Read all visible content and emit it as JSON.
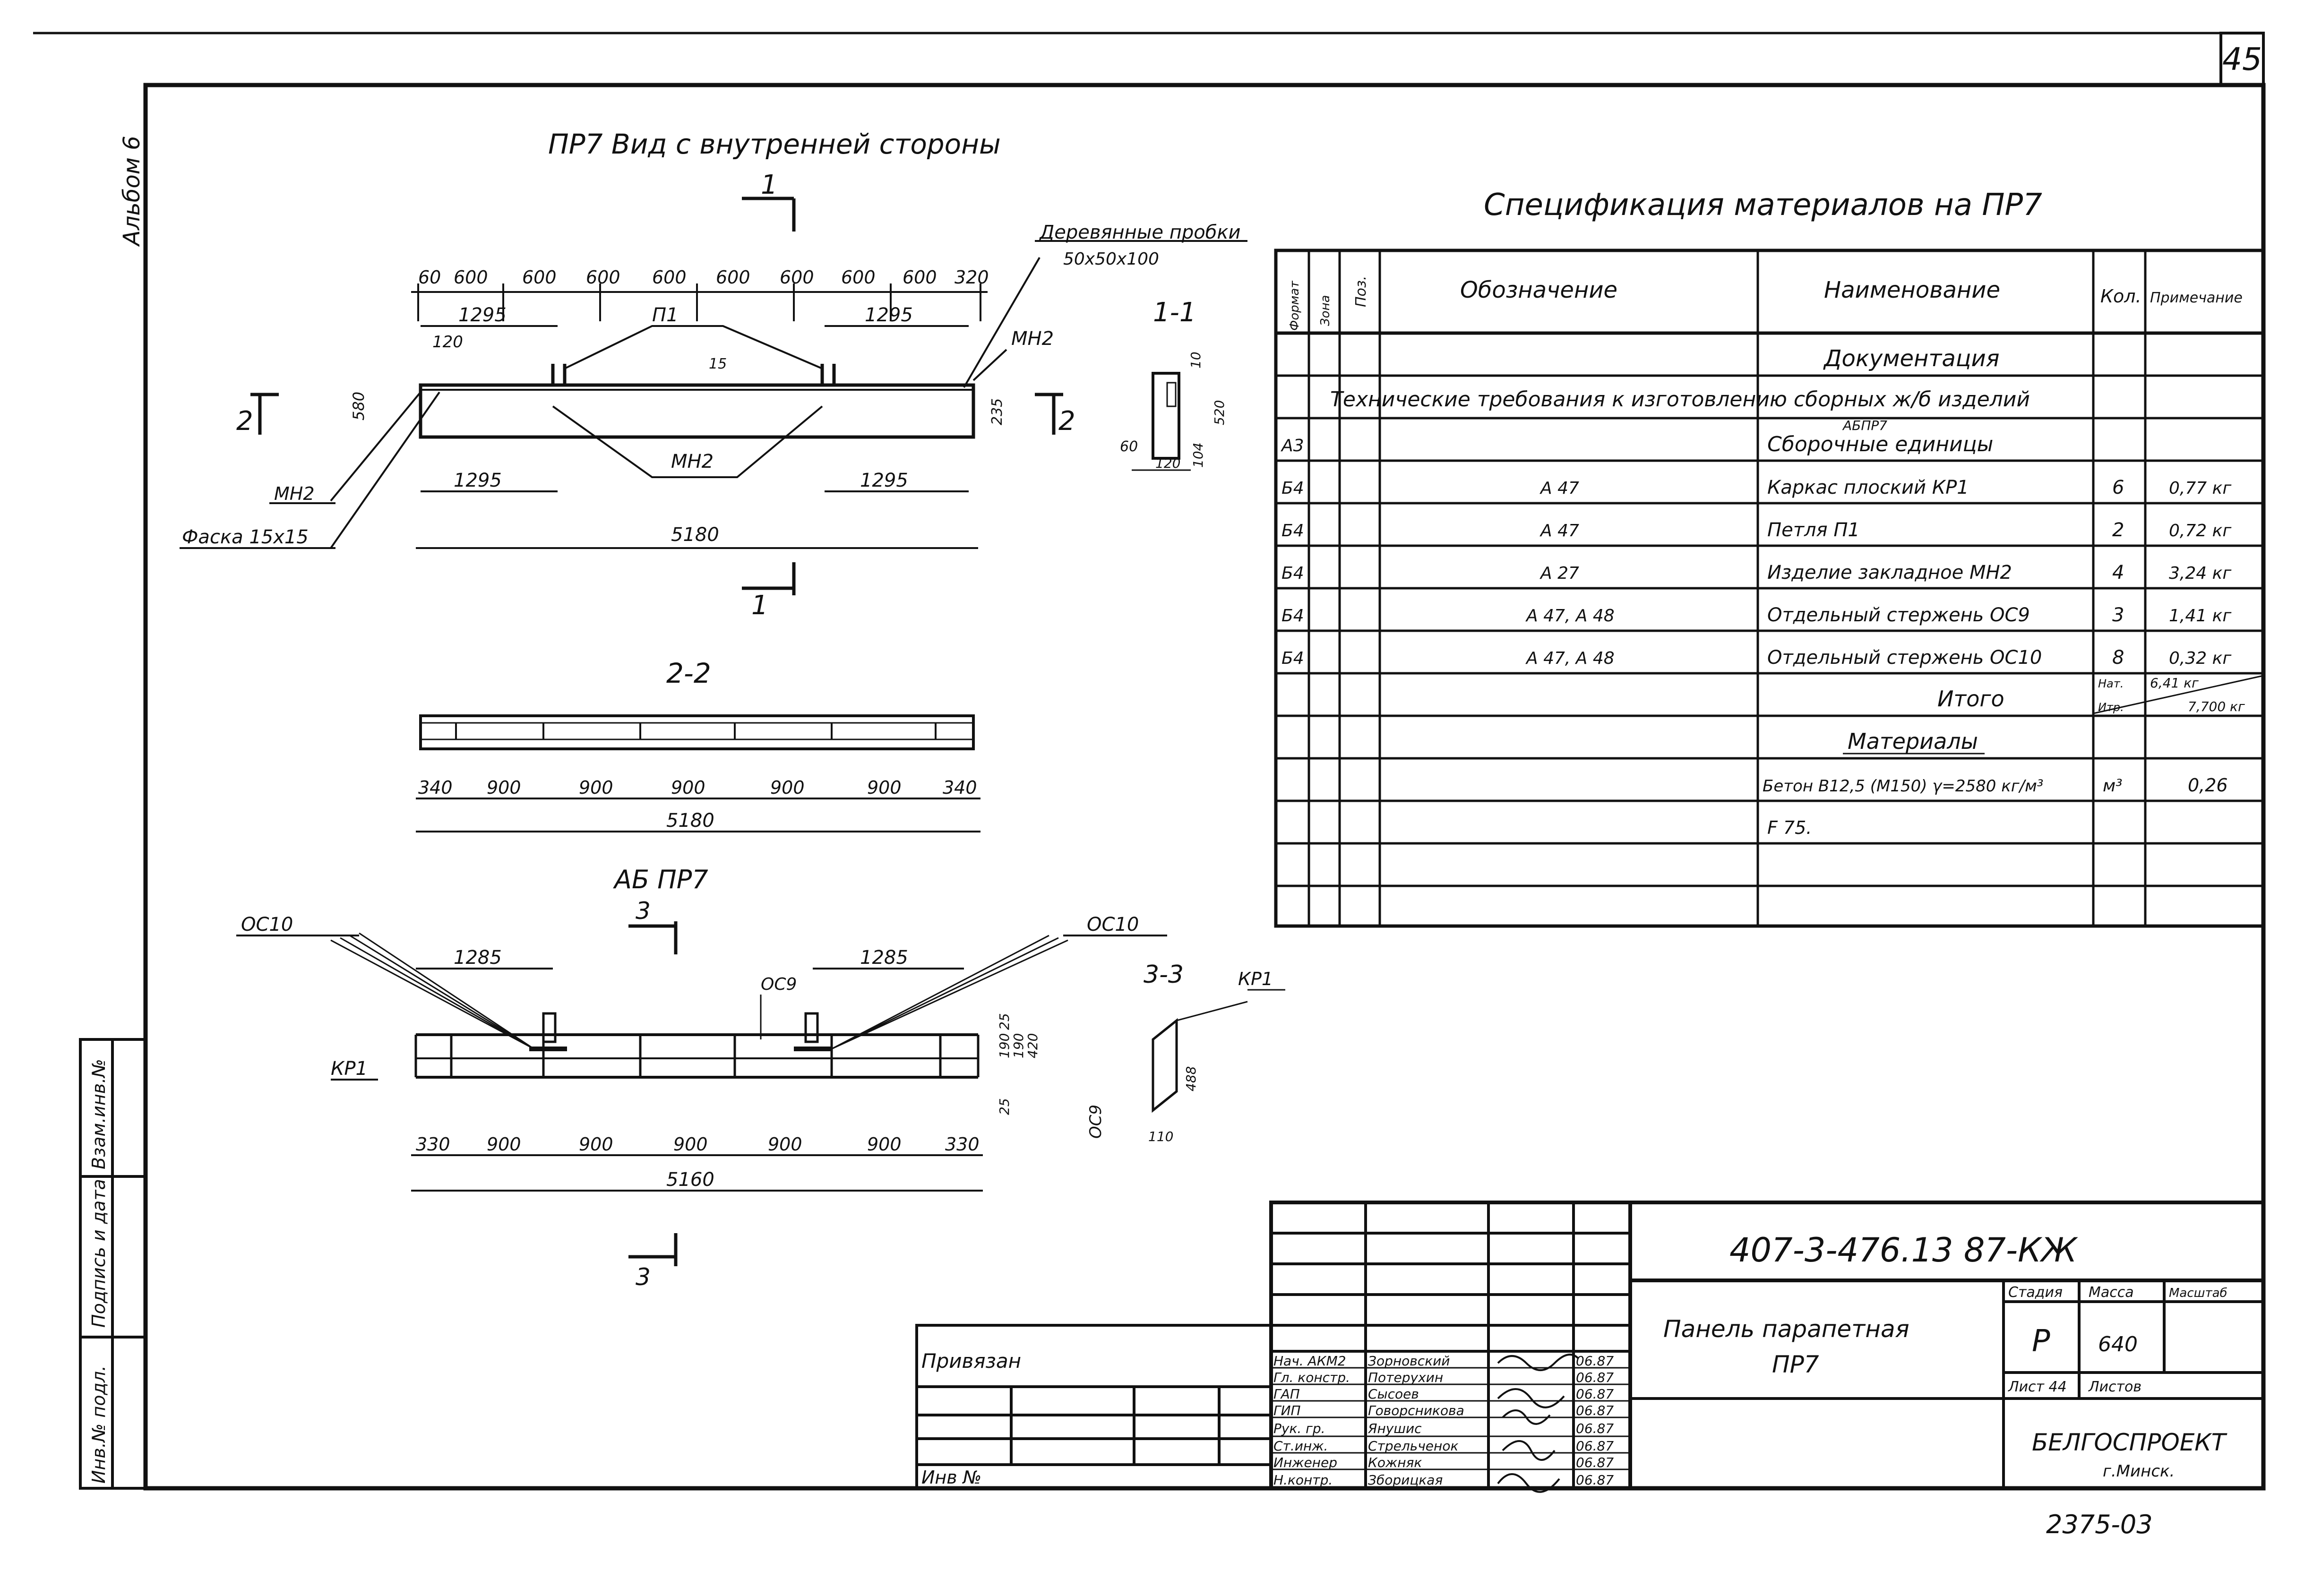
{
  "sheet": {
    "number": "45",
    "album": "Альбом 6",
    "footer_code": "2375-03",
    "left_column": [
      "Инв.№ подл.",
      "Подпись и дата",
      "Взам.инв.№"
    ]
  },
  "views": {
    "main_title": "ПР7 Вид с внутренней стороны",
    "section_1_1": "1-1",
    "section_2_2": "2-2",
    "section_3_3": "3-3",
    "ab_title": "АБ ПР7",
    "cut_marks": [
      "1",
      "1",
      "2",
      "2",
      "3",
      "3"
    ],
    "labels": {
      "wood_plugs": "Деревянные пробки",
      "wood_plugs_size": "50x50x100",
      "mn2": "МН2",
      "p1": "П1",
      "chamfer": "Фаска 15x15",
      "kr1": "КР1",
      "os9": "ОС9",
      "os10": "ОС10"
    },
    "dims_top": [
      "60",
      "600",
      "600",
      "600",
      "600",
      "600",
      "600",
      "600",
      "600",
      "320"
    ],
    "dims_main": {
      "d1295": "1295",
      "d120": "120",
      "d580": "580",
      "d15": "15",
      "d235": "235",
      "overall": "5180",
      "sec_60": "60",
      "sec_120": "120",
      "sec_10": "10",
      "sec_520": "520",
      "sec_104": "104"
    },
    "dims_22": [
      "340",
      "900",
      "900",
      "900",
      "900",
      "900",
      "340"
    ],
    "dims_22_overall": "5180",
    "dims_ab_top": [
      "1285",
      "1285"
    ],
    "dims_ab_bottom": [
      "330",
      "900",
      "900",
      "900",
      "900",
      "900",
      "330"
    ],
    "dims_ab_overall": "5160",
    "dims_ab_side": [
      "25",
      "190",
      "190",
      "420",
      "25"
    ],
    "dims_33": [
      "488",
      "110"
    ]
  },
  "spec": {
    "title": "Спецификация материалов на ПР7",
    "headers": [
      "Формат",
      "Зона",
      "Поз.",
      "Обозначение",
      "Наименование",
      "Кол.",
      "Примечание"
    ],
    "rows": [
      {
        "fmt": "",
        "des": "",
        "name": "Документация",
        "qty": "",
        "note": ""
      },
      {
        "full": "Технические требования к изготовлению сборных ж/б изделий"
      },
      {
        "fmt": "А3",
        "des": "",
        "name": "Сборочные единицы",
        "name_over": "АБПР7",
        "qty": "",
        "note": ""
      },
      {
        "fmt": "Б4",
        "des": "А 47",
        "name": "Каркас плоский КР1",
        "qty": "6",
        "note": "0,77 кг"
      },
      {
        "fmt": "Б4",
        "des": "А 47",
        "name": "Петля П1",
        "qty": "2",
        "note": "0,72 кг"
      },
      {
        "fmt": "Б4",
        "des": "А 27",
        "name": "Изделие закладное МН2",
        "qty": "4",
        "note": "3,24 кг"
      },
      {
        "fmt": "Б4",
        "des": "А 47, А 48",
        "name": "Отдельный стержень ОС9",
        "qty": "3",
        "note": "1,41 кг"
      },
      {
        "fmt": "Б4",
        "des": "А 47, А 48",
        "name": "Отдельный стержень ОС10",
        "qty": "8",
        "note": "0,32 кг"
      },
      {
        "fmt": "",
        "des": "",
        "name": "Итого",
        "qty_top": "Нат.",
        "qty_bottom": "Итр.",
        "note_top": "6,41 кг",
        "note_bottom": "7,700 кг"
      },
      {
        "fmt": "",
        "des": "",
        "name": "Материалы",
        "qty": "",
        "note": ""
      },
      {
        "fmt": "",
        "des": "",
        "name": "Бетон В12,5 (М150) γ=2580 кг/м³",
        "qty": "м³",
        "note": "0,26"
      },
      {
        "fmt": "",
        "des": "",
        "name": "F 75.",
        "qty": "",
        "note": ""
      },
      {
        "fmt": "",
        "des": "",
        "name": "",
        "qty": "",
        "note": ""
      },
      {
        "fmt": "",
        "des": "",
        "name": "",
        "qty": "",
        "note": ""
      }
    ]
  },
  "title_block": {
    "code": "407-3-476.13 87-КЖ",
    "title_line1": "Панель парапетная",
    "title_line2": "ПР7",
    "stage_label": "Стадия",
    "mass_label": "Масса",
    "scale_label": "Масштаб",
    "stage": "Р",
    "mass": "640",
    "sheet_label": "Лист 44",
    "sheets_label": "Листов",
    "org": "БЕЛГОСПРОЕКТ",
    "city": "г.Минск.",
    "attached": "Привязан",
    "inv": "Инв №",
    "signers": [
      {
        "role": "Нач. АКМ2",
        "name": "Зорновский",
        "date": "06.87"
      },
      {
        "role": "Гл. констр.",
        "name": "Потерухин",
        "date": "06.87"
      },
      {
        "role": "ГАП",
        "name": "Сысоев",
        "date": "06.87"
      },
      {
        "role": "ГИП",
        "name": "Говорсникова",
        "date": "06.87"
      },
      {
        "role": "Рук. гр.",
        "name": "Янушис",
        "date": "06.87"
      },
      {
        "role": "Ст.инж.",
        "name": "Стрельченок",
        "date": "06.87"
      },
      {
        "role": "Инженер",
        "name": "Кожняк",
        "date": "06.87"
      },
      {
        "role": "Н.контр.",
        "name": "Зборицкая",
        "date": "06.87"
      }
    ]
  }
}
